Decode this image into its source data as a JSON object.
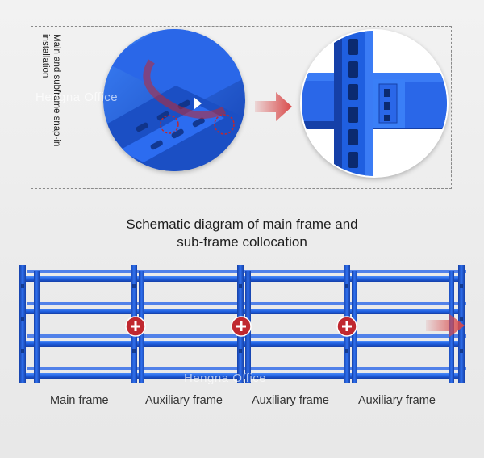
{
  "install": {
    "label": "Main and subframe snap-in installation"
  },
  "watermark": "Hengna Office",
  "caption": {
    "line1": "Schematic diagram of main frame and",
    "line2": "sub-frame collocation"
  },
  "frames": [
    {
      "label": "Main frame"
    },
    {
      "label": "Auxiliary frame"
    },
    {
      "label": "Auxiliary frame"
    },
    {
      "label": "Auxiliary frame"
    }
  ],
  "colors": {
    "rack_blue": "#1f5fe0",
    "rack_blue_dark": "#1540a8",
    "rack_blue_light": "#3b7cf5",
    "accent_red": "#c0282f",
    "arrow_red": "#d94a4a"
  },
  "icons": {
    "plus": "plus-circle-icon",
    "arrow": "arrow-right-icon"
  }
}
